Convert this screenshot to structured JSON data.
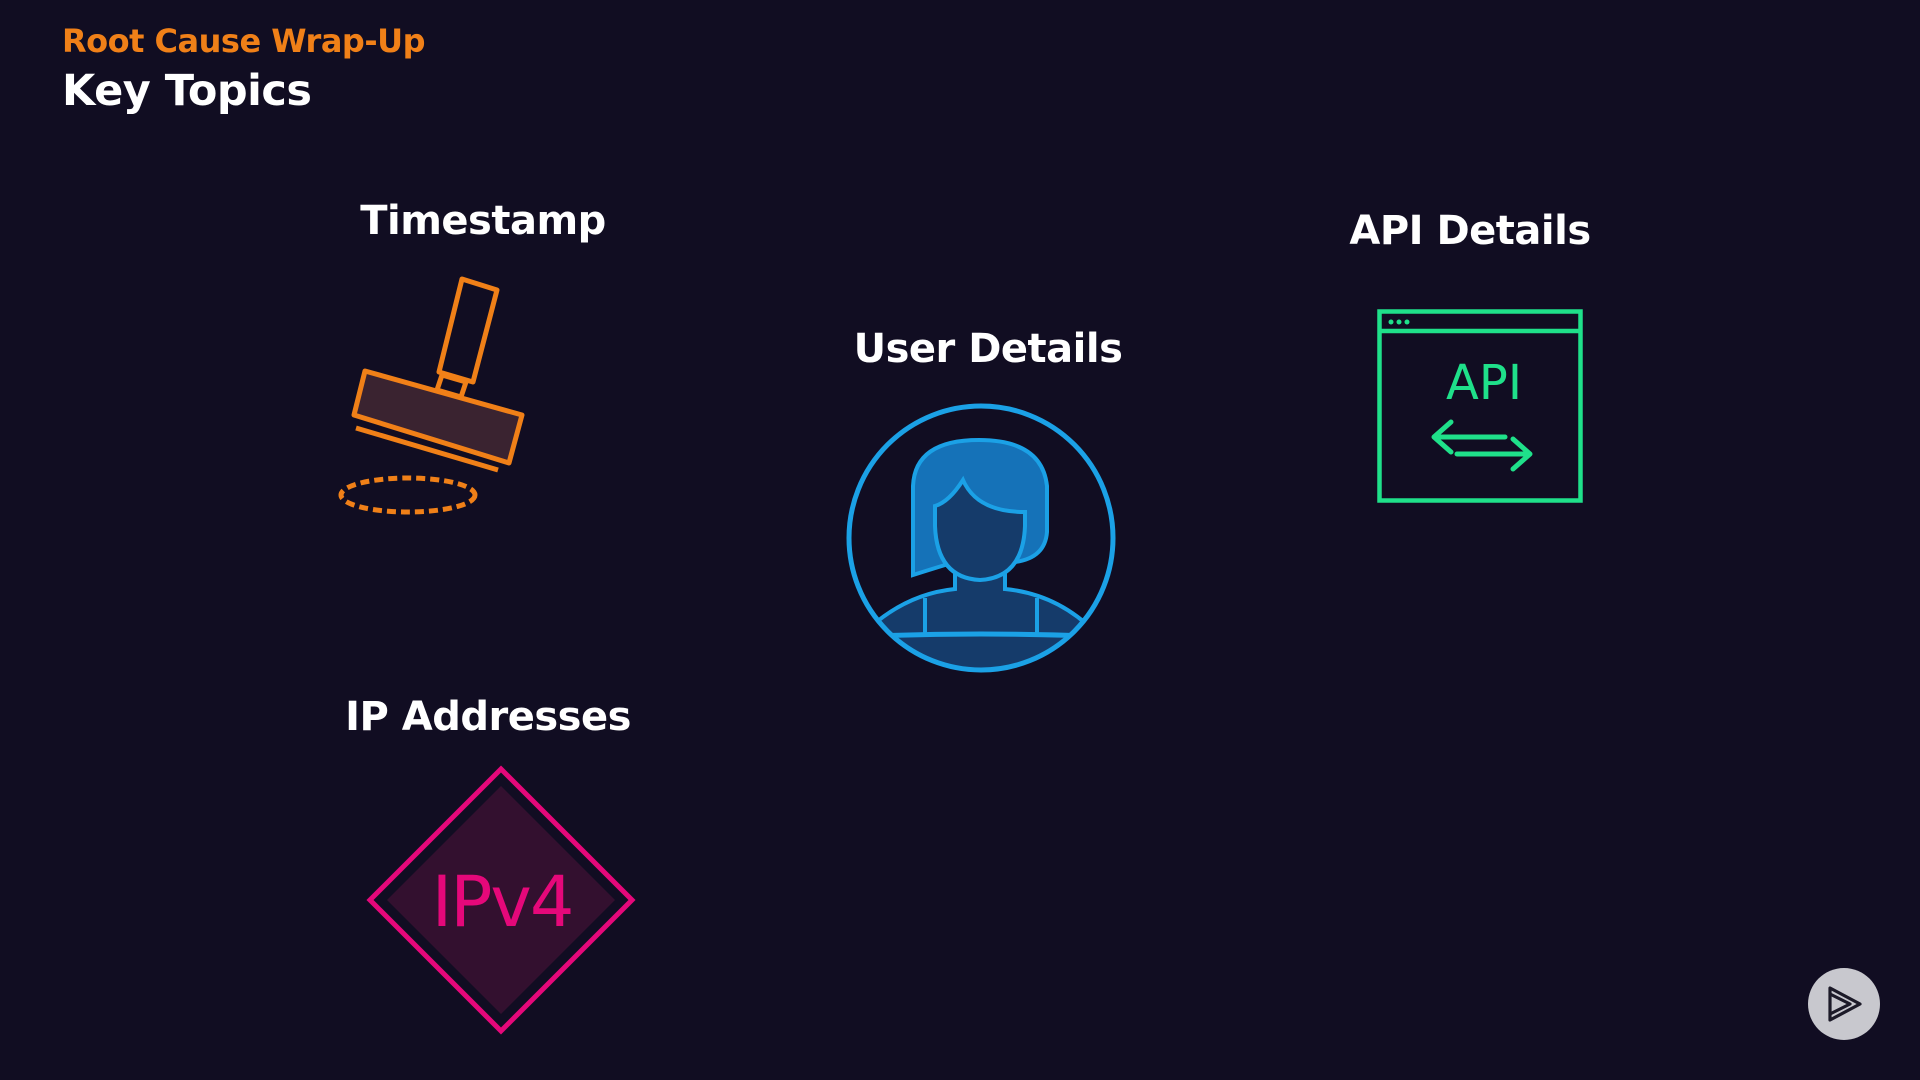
{
  "header": {
    "eyebrow": "Root Cause Wrap-Up",
    "title": "Key Topics"
  },
  "topics": [
    {
      "id": "timestamp",
      "label": "Timestamp",
      "icon": "stamp-icon",
      "color": "#f08018"
    },
    {
      "id": "user",
      "label": "User Details",
      "icon": "user-avatar-icon",
      "color": "#1ba1e6"
    },
    {
      "id": "api",
      "label": "API Details",
      "icon": "api-window-icon",
      "color": "#1fe08a",
      "icon_text": "API"
    },
    {
      "id": "ip",
      "label": "IP Addresses",
      "icon": "ipv4-diamond-icon",
      "color": "#e5087a",
      "icon_text": "IPv4"
    }
  ],
  "colors": {
    "background": "#110d22",
    "accent": "#f08018",
    "title": "#ffffff"
  },
  "brand_badge": {
    "icon": "play-logo-icon"
  }
}
